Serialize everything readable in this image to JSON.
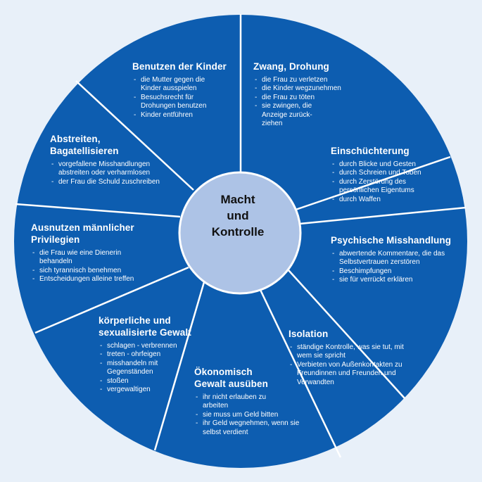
{
  "colors": {
    "background": "#e8f0f9",
    "wheel_fill": "#0d5db0",
    "divider": "#ffffff",
    "hub_fill": "#adc3e6",
    "hub_text": "#111111",
    "segment_text": "#ffffff"
  },
  "center": {
    "lines": [
      "Macht",
      "und",
      "Kontrolle"
    ]
  },
  "segments": [
    {
      "title": "Benutzen der Kinder",
      "items": [
        "die Mutter gegen die Kinder ausspielen",
        "Besuchsrecht für Drohungen benutzen",
        "Kinder entführen"
      ]
    },
    {
      "title": "Zwang, Drohung",
      "items": [
        "die Frau zu verletzen",
        "die Kinder wegzunehmen",
        "die Frau zu töten",
        "sie zwingen, die Anzeige zurück-ziehen"
      ]
    },
    {
      "title": "Einschüchterung",
      "items": [
        "durch Blicke und Gesten",
        "durch Schreien und Toben",
        "durch Zerstörung des persönlichen Eigentums",
        "durch Waffen"
      ]
    },
    {
      "title": "Psychische Misshandlung",
      "items": [
        "abwertende Kommentare, die das Selbstvertrauen zerstören",
        "Beschimpfungen",
        "sie für verrückt erklären"
      ]
    },
    {
      "title": "Isolation",
      "items": [
        "ständige Kontrolle, was sie tut, mit wem sie spricht",
        "Verbieten von Außenkontakten zu Freundinnen und Freunden und Verwandten"
      ]
    },
    {
      "title": "Ökonomisch Gewalt ausüben",
      "items": [
        "ihr nicht erlauben zu arbeiten",
        "sie muss um Geld bitten",
        "ihr Geld wegnehmen, wenn sie selbst verdient"
      ]
    },
    {
      "title": "körperliche und sexualisierte Gewalt",
      "items": [
        "schlagen - verbrennen",
        "treten - ohrfeigen",
        "misshandeln mit Gegenständen",
        "stoßen",
        "vergewaltigen"
      ]
    },
    {
      "title": "Ausnutzen männlicher Privilegien",
      "items": [
        "die Frau wie eine Dienerin behandeln",
        "sich tyrannisch benehmen",
        "Entscheidungen alleine treffen"
      ]
    },
    {
      "title": "Abstreiten, Bagatellisieren",
      "items": [
        "vorgefallene Misshandlungen abstreiten oder verharmlosen",
        "der Frau die Schuld zuschreiben"
      ]
    }
  ]
}
